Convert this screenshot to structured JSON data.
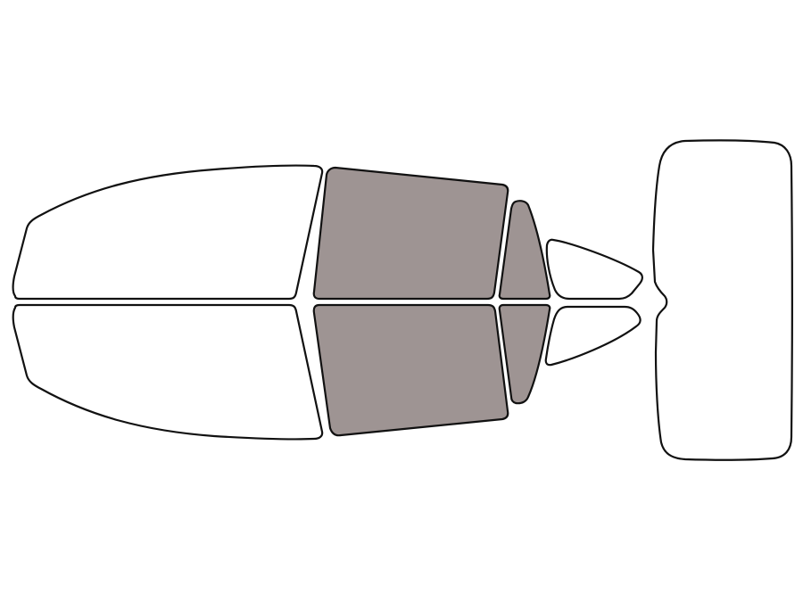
{
  "colors": {
    "background": "#ffffff",
    "outline": "#111111",
    "untinted": "#ffffff",
    "tinted": "#9e9493"
  },
  "windows": [
    {
      "id": "windshield-upper-half",
      "tinted": false
    },
    {
      "id": "windshield-lower-half",
      "tinted": false
    },
    {
      "id": "front-door-window-upper",
      "tinted": true
    },
    {
      "id": "front-door-window-lower",
      "tinted": true
    },
    {
      "id": "rear-door-window-upper",
      "tinted": true
    },
    {
      "id": "rear-door-window-lower",
      "tinted": true
    },
    {
      "id": "quarter-window-upper",
      "tinted": false
    },
    {
      "id": "quarter-window-lower",
      "tinted": false
    },
    {
      "id": "rear-window",
      "tinted": false
    }
  ]
}
